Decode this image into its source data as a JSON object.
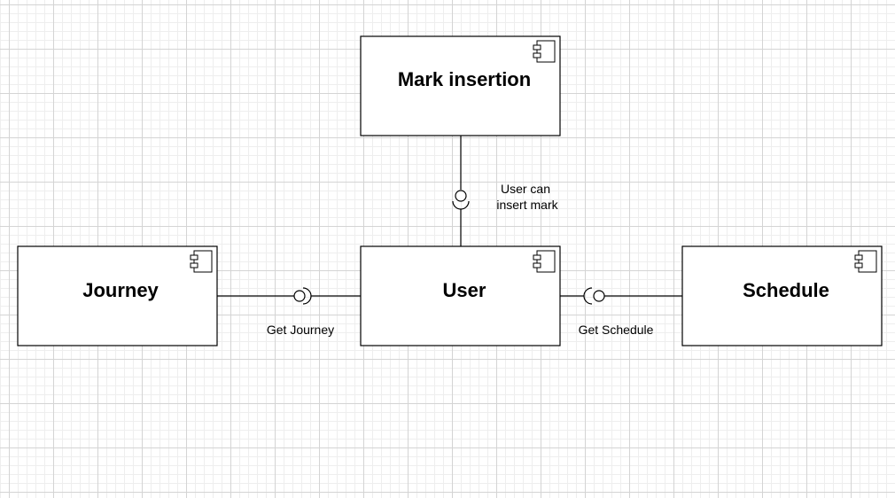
{
  "components": {
    "mark_insertion": {
      "name": "Mark insertion"
    },
    "journey": {
      "name": "Journey"
    },
    "user": {
      "name": "User"
    },
    "schedule": {
      "name": "Schedule"
    }
  },
  "connections": {
    "mark": {
      "label_line1": "User can",
      "label_line2": "insert mark"
    },
    "journey": {
      "label": "Get Journey"
    },
    "schedule": {
      "label": "Get Schedule"
    }
  },
  "colors": {
    "stroke": "#000000",
    "fill": "#ffffff"
  },
  "icons": {
    "component": "uml-component-icon"
  }
}
